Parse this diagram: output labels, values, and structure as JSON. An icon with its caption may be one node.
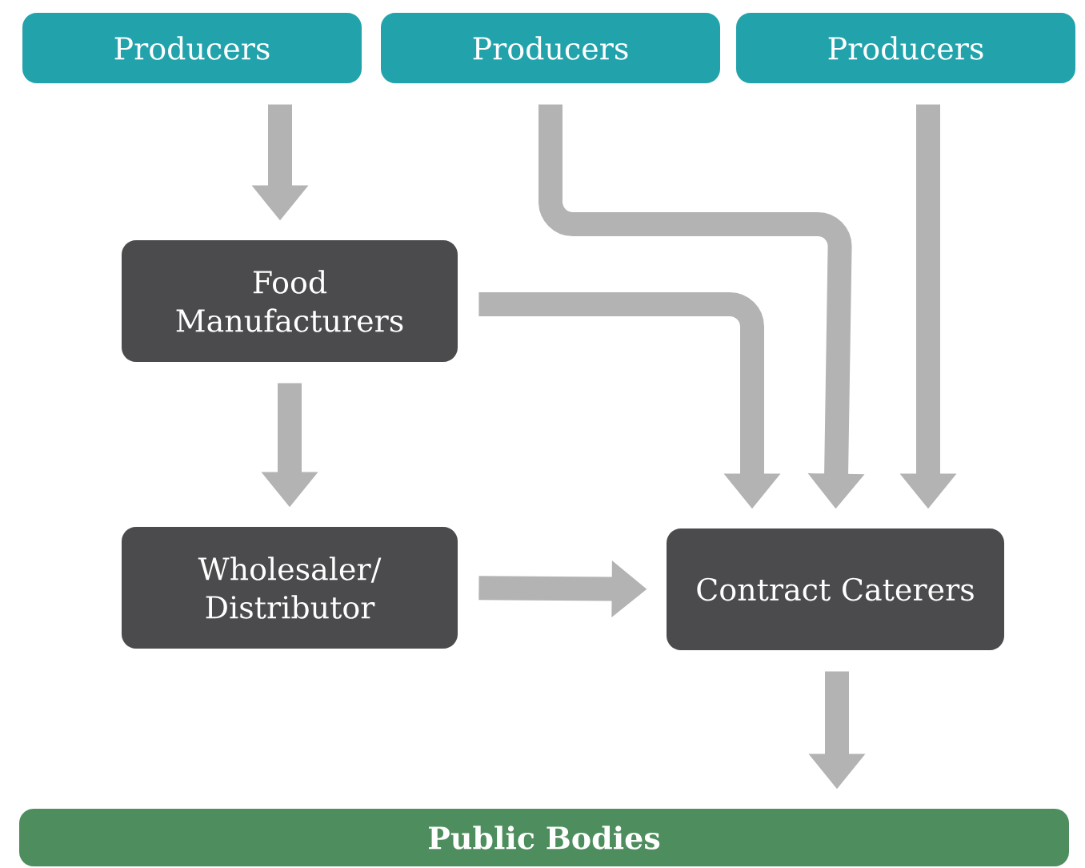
{
  "diagram": {
    "nodes": [
      {
        "text": [
          "Producers"
        ]
      },
      {
        "text": [
          "Producers"
        ]
      },
      {
        "text": [
          "Producers"
        ]
      },
      {
        "text": [
          "Food Manufacturers"
        ]
      },
      {
        "text": [
          "Wholesaler/ Distributor"
        ]
      },
      {
        "text": [
          "Contract Caterers"
        ]
      },
      {
        "text": [
          "**Public Bodies**"
        ]
      }
    ],
    "edges": [
      {
        "from": 0,
        "to": 3,
        "arrow": "to"
      },
      {
        "from": 1,
        "to": 5,
        "arrow": "to"
      },
      {
        "from": 2,
        "to": 5,
        "arrow": "to"
      },
      {
        "from": 3,
        "to": 5,
        "arrow": "to"
      },
      {
        "from": 3,
        "to": 4,
        "arrow": "to"
      },
      {
        "from": 4,
        "to": 5,
        "arrow": "to"
      },
      {
        "from": 5,
        "to": 6,
        "arrow": "to"
      }
    ]
  }
}
